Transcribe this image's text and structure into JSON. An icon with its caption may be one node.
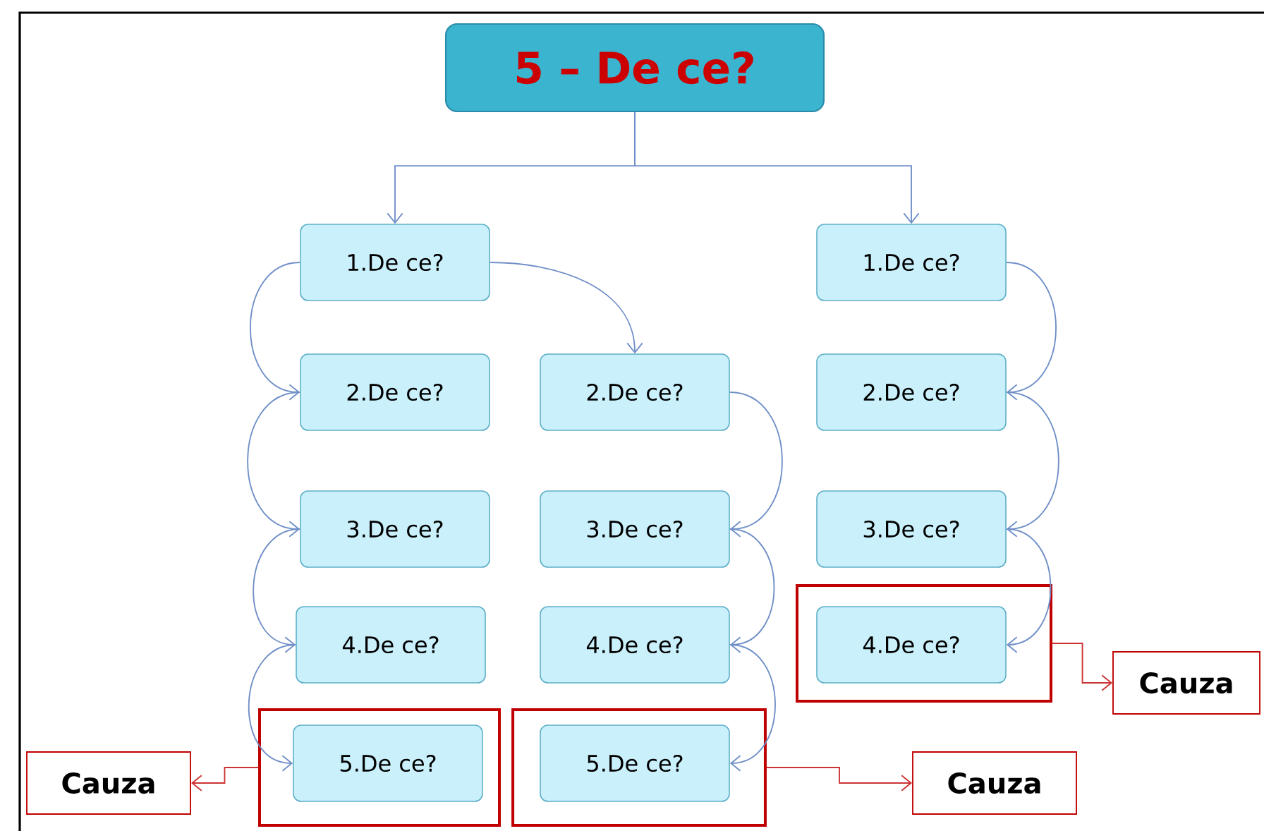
{
  "diagram": {
    "nodes": [
      {
        "text": [
          "5 – De ce?"
        ]
      },
      {
        "text": [
          "1.De ce?"
        ]
      },
      {
        "text": [
          "1.De ce?"
        ]
      },
      {
        "text": [
          "2.De ce?"
        ]
      },
      {
        "text": [
          "2.De ce?"
        ]
      },
      {
        "text": [
          "2.De ce?"
        ]
      },
      {
        "text": [
          "3.De ce?"
        ]
      },
      {
        "text": [
          "3.De ce?"
        ]
      },
      {
        "text": [
          "3.De ce?"
        ]
      },
      {
        "text": [
          "4.De ce?"
        ]
      },
      {
        "text": [
          "4.De ce?"
        ]
      },
      {
        "text": [],
        "shape": "box"
      },
      {
        "text": [
          "4.De ce?"
        ],
        "in": 11
      },
      {
        "text": [],
        "shape": "box"
      },
      {
        "text": [
          "5.De ce?"
        ],
        "in": 13
      },
      {
        "text": [],
        "shape": "box"
      },
      {
        "text": [
          "5.De ce?"
        ],
        "in": 15
      },
      {
        "text": [
          "Cauza"
        ]
      },
      {
        "text": [
          "Cauza"
        ]
      },
      {
        "text": [
          "Cauza"
        ]
      }
    ],
    "edges": [
      {
        "from": 0,
        "to": 1,
        "arrow": "to"
      },
      {
        "from": 0,
        "to": 2,
        "arrow": "to"
      },
      {
        "from": 1,
        "to": 3,
        "arrow": "to"
      },
      {
        "from": 1,
        "to": 4,
        "arrow": "to"
      },
      {
        "from": 3,
        "to": 6,
        "arrow": "to"
      },
      {
        "from": 6,
        "to": 9,
        "arrow": "to"
      },
      {
        "from": 9,
        "to": 14,
        "arrow": "to"
      },
      {
        "from": 4,
        "to": 7,
        "arrow": "to"
      },
      {
        "from": 7,
        "to": 10,
        "arrow": "to"
      },
      {
        "from": 10,
        "to": 16,
        "arrow": "to"
      },
      {
        "from": 2,
        "to": 5,
        "arrow": "to"
      },
      {
        "from": 5,
        "to": 8,
        "arrow": "to"
      },
      {
        "from": 8,
        "to": 12,
        "arrow": "to"
      },
      {
        "from": 13,
        "to": 17,
        "arrow": "to",
        "color": "#cc3333"
      },
      {
        "from": 15,
        "to": 18,
        "arrow": "to",
        "color": "#cc3333"
      },
      {
        "from": 11,
        "to": 19,
        "arrow": "to",
        "color": "#cc3333"
      }
    ]
  }
}
